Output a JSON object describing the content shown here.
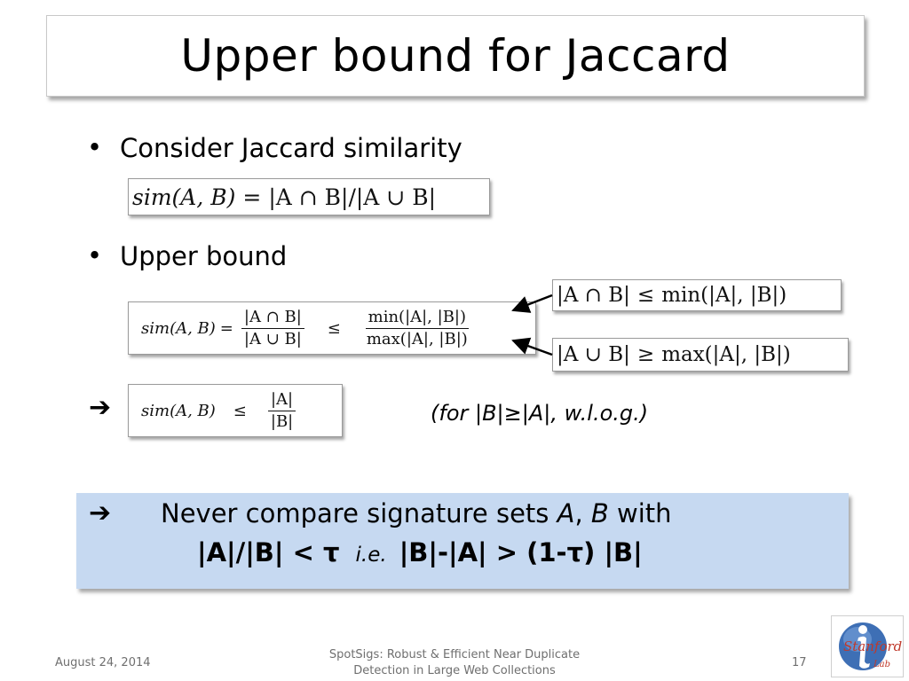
{
  "slide": {
    "title": "Upper bound for Jaccard",
    "bullets": [
      "Consider Jaccard similarity",
      "Upper bound"
    ]
  },
  "formulas": {
    "jaccard_def": {
      "lhs": "sim(A, B)",
      "eq": "=",
      "rhs_num": "|A ∩ B|",
      "slash": "/",
      "rhs_den": "|A ∪ B|"
    },
    "bound_chain": {
      "lhs": "sim(A, B)",
      "eq": "=",
      "frac1_num": "|A ∩ B|",
      "frac1_den": "|A ∪ B|",
      "leq": "≤",
      "frac2_num": "min(|A|, |B|)",
      "frac2_den": "max(|A|, |B|)"
    },
    "intersection_bound": {
      "lhs": "|A ∩ B|",
      "op": "≤",
      "rhs": "min(|A|, |B|)"
    },
    "union_bound": {
      "lhs": "|A ∪ B|",
      "op": "≥",
      "rhs": "max(|A|, |B|)"
    },
    "final_bound": {
      "lhs": "sim(A, B)",
      "leq": "≤",
      "num": "|A|",
      "den": "|B|"
    }
  },
  "implies_arrow": "➔",
  "wlog_note": "(for |B|≥|A|, w.l.o.g.)",
  "conclusion": {
    "arrow": "➔",
    "line1_prefix": "Never compare signature sets",
    "var_a": "A",
    "comma": ",",
    "var_b": "B",
    "line1_suffix": "with",
    "cond1": "|A|/|B| < τ",
    "ie": "i.e.",
    "cond2": "|B|-|A| > (1-τ) |B|"
  },
  "footer": {
    "date": "August 24, 2014",
    "title_line1": "SpotSigs: Robust & Efficient Near Duplicate",
    "title_line2": "Detection in Large Web Collections",
    "page": "17"
  },
  "logo": {
    "text": "Stanford",
    "text2": "Lab"
  },
  "colors": {
    "highlight_box": "#c6d9f1",
    "footer_text": "#6f6f6f"
  }
}
